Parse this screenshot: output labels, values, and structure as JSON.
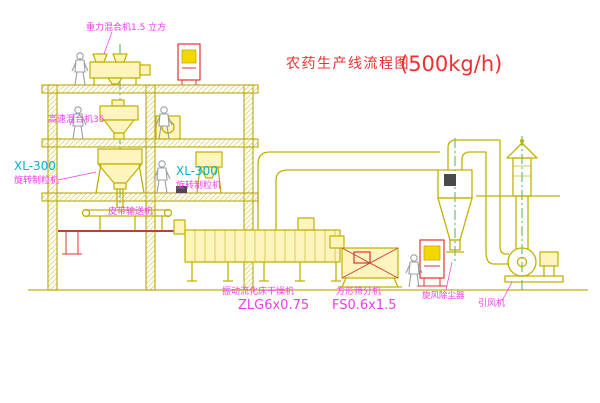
{
  "title": {
    "name": "农药生产线流程图",
    "capacity": "(500kg/h)"
  },
  "equipment": {
    "mixer": "重力混合机1.5 立方",
    "high_speed_mixer": "高速混合机35",
    "granulator_left": {
      "model": "XL-300",
      "name": "旋转制粒机"
    },
    "granulator_center": {
      "model": "XL-300",
      "name": "旋转制粒机"
    },
    "belt_conveyor": "皮带输送机",
    "fluid_bed_dryer": {
      "name": "振动流化床干燥机",
      "model": "ZLG6x0.75"
    },
    "square_sifter": {
      "name": "方形筛分机",
      "model": "FS0.6x1.5"
    },
    "cyclone_dust_collector": "旋风除尘器",
    "induced_draft_fan": "引风机"
  },
  "colors": {
    "cad_line": "#c2b000",
    "machine_fill": "#fdf5bd",
    "label_magenta": "#f03cf0",
    "label_cyan": "#00b4c8",
    "title_red": "#f03030",
    "panel_red": "#e23333",
    "centerline_green": "#19a03c"
  }
}
